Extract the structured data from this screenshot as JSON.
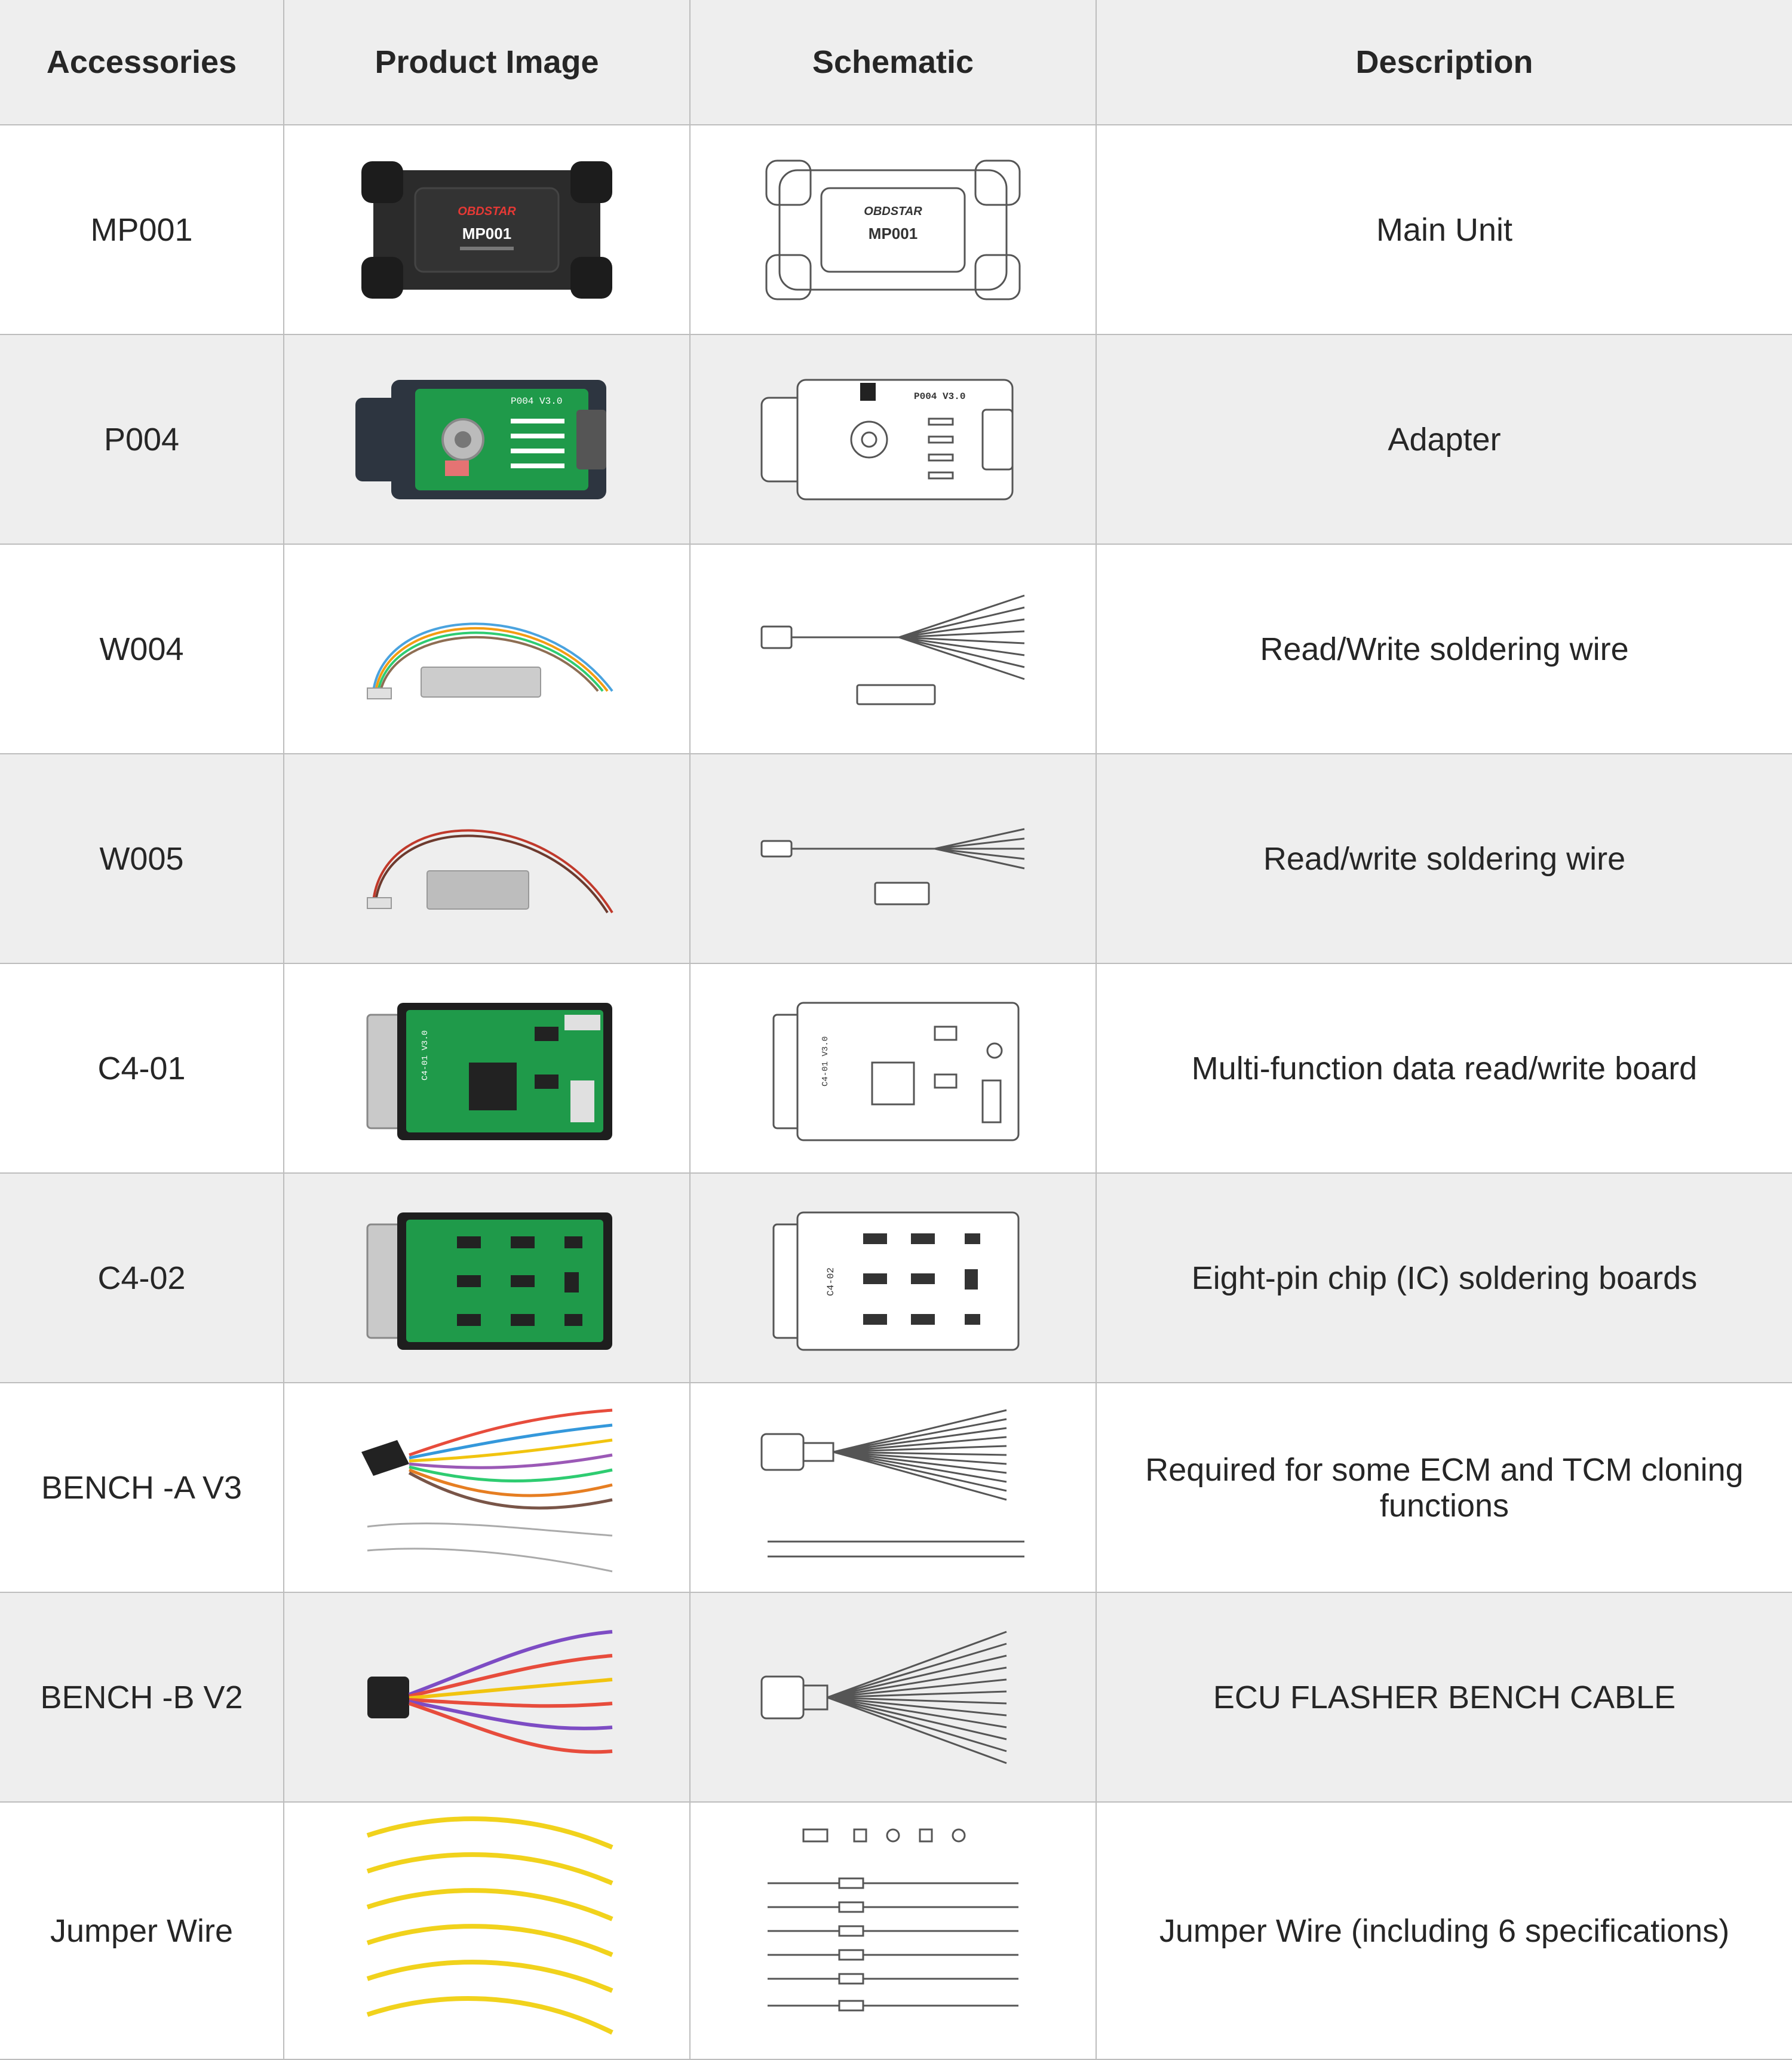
{
  "headers": {
    "accessories": "Accessories",
    "product_image": "Product Image",
    "schematic": "Schematic",
    "description": "Description"
  },
  "rows": [
    {
      "accessory": "MP001",
      "description": "Main Unit",
      "device_brand": "OBDSTAR",
      "device_model": "MP001"
    },
    {
      "accessory": "P004",
      "description": "Adapter",
      "board_label": "P004 V3.0"
    },
    {
      "accessory": "W004",
      "description": "Read/Write soldering wire"
    },
    {
      "accessory": "W005",
      "description": "Read/write soldering wire"
    },
    {
      "accessory": "C4-01",
      "description": "Multi-function data read/write board",
      "board_label": "C4-01 V3.0"
    },
    {
      "accessory": "C4-02",
      "description": "Eight-pin chip (IC) soldering boards",
      "board_label": "C4-02"
    },
    {
      "accessory": "BENCH -A V3",
      "description": "Required for some ECM and TCM cloning functions"
    },
    {
      "accessory": "BENCH -B V2",
      "description": "ECU FLASHER BENCH CABLE"
    },
    {
      "accessory": "Jumper Wire",
      "description": "Jumper Wire (including 6 specifications)"
    }
  ],
  "colors": {
    "header_bg": "#eeeeee",
    "alt_row_bg": "#eeeeee",
    "grid_line": "#bdbdbd",
    "pcb_green": "#1f9a4a",
    "device_black": "#2b2b2b",
    "wire_yellow": "#f1d21c"
  }
}
